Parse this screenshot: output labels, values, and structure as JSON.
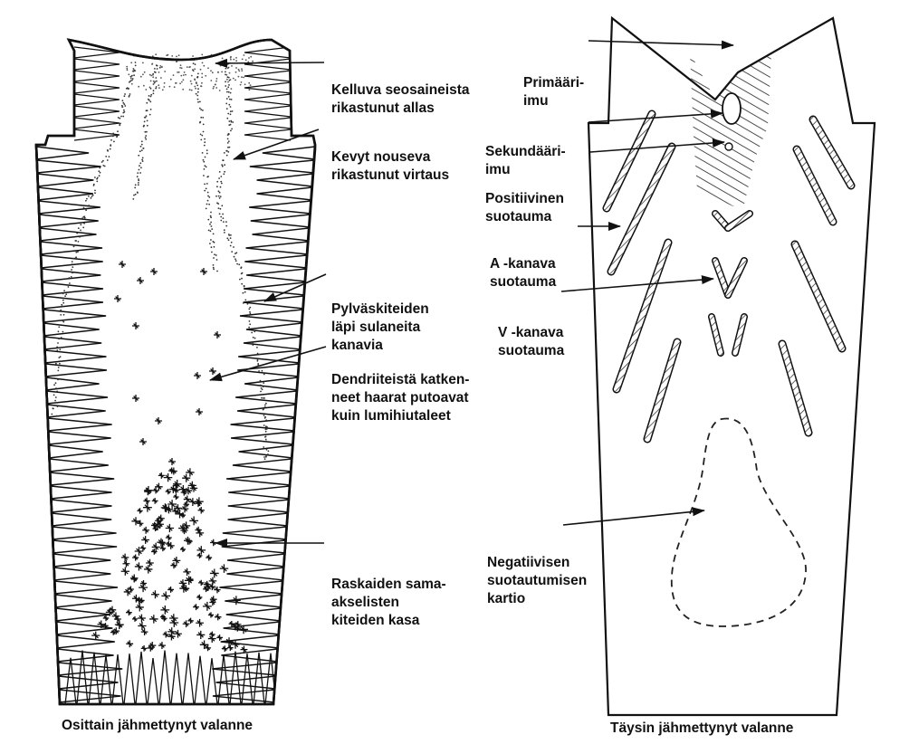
{
  "diagram": {
    "left": {
      "caption": "Osittain jähmettynyt valanne",
      "labels": [
        {
          "id": "kelluva",
          "lines": [
            "Kelluva seosaineista",
            "rikastunut allas"
          ]
        },
        {
          "id": "kevyt",
          "lines": [
            "Kevyt nouseva",
            "rikastunut virtaus"
          ]
        },
        {
          "id": "pylvas",
          "lines": [
            "Pylväskiteiden",
            "läpi sulaneita",
            "kanavia"
          ]
        },
        {
          "id": "dendriitti",
          "lines": [
            "Dendriiteistä katken-",
            "neet haarat putoavat",
            "kuin lumihiutaleet"
          ]
        },
        {
          "id": "raskaiden",
          "lines": [
            "Raskaiden sama-",
            "akselisten",
            "kiteiden kasa"
          ]
        }
      ]
    },
    "right": {
      "caption": "Täysin jähmettynyt valanne",
      "labels": [
        {
          "id": "primaari",
          "lines": [
            "Primääri-",
            "imu"
          ]
        },
        {
          "id": "sekundaari",
          "lines": [
            "Sekundääri-",
            "imu"
          ]
        },
        {
          "id": "positiivinen",
          "lines": [
            "Positiivinen",
            "suotauma"
          ]
        },
        {
          "id": "akanava",
          "lines": [
            "A -kanava",
            "suotauma"
          ]
        },
        {
          "id": "vkanava",
          "lines": [
            "V -kanava",
            "suotauma"
          ]
        },
        {
          "id": "negatiivinen",
          "lines": [
            "Negatiivisen",
            "suotautumisen",
            "kartio"
          ]
        }
      ]
    }
  }
}
